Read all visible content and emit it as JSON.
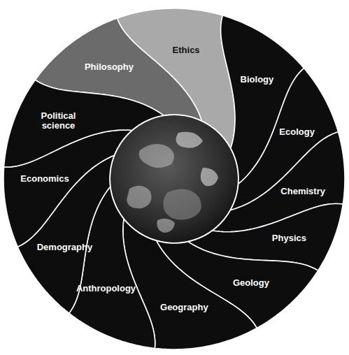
{
  "diagram": {
    "nodes": [
      {
        "text": [
          "Philosophy"
        ]
      },
      {
        "text": [
          "Ethics"
        ]
      },
      {
        "text": [
          "Biology"
        ]
      },
      {
        "text": [
          "Ecology"
        ]
      },
      {
        "text": [
          "Chemistry"
        ]
      },
      {
        "text": [
          "Physics"
        ]
      },
      {
        "text": [
          "Geology"
        ]
      },
      {
        "text": [
          "Geography"
        ]
      },
      {
        "text": [
          "Anthropology"
        ]
      },
      {
        "text": [
          "Demography"
        ]
      },
      {
        "text": [
          "Economics"
        ]
      },
      {
        "text": [
          "Political science"
        ]
      }
    ]
  }
}
